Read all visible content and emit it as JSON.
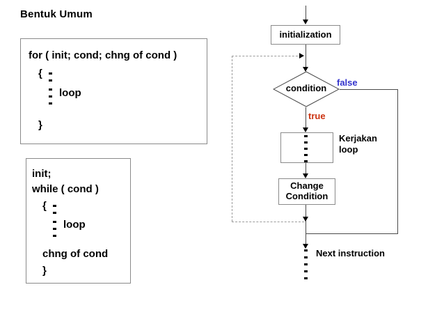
{
  "title": "Bentuk Umum",
  "code_boxes": [
    {
      "name": "for-loop",
      "lines": [
        "for ( init; cond; chng of cond )",
        "{",
        "loop",
        "}"
      ]
    },
    {
      "name": "while-loop",
      "lines": [
        "init;",
        "while ( cond )",
        "{",
        "loop",
        "chng of cond",
        "}"
      ]
    }
  ],
  "flowchart": {
    "nodes": {
      "initialization": "initialization",
      "condition": "condition",
      "change_condition_line1": "Change",
      "change_condition_line2": "Condition"
    },
    "labels": {
      "false": "false",
      "true": "true",
      "loop_annotation_line1": "Kerjakan",
      "loop_annotation_line2": "loop",
      "next_instruction": "Next instruction"
    },
    "colors": {
      "false": "#3333CC",
      "true": "#CC3311",
      "box_border": "#8A8A8A",
      "connector": "#4A4A4A",
      "dashed_path": "#9A9A9A"
    }
  }
}
